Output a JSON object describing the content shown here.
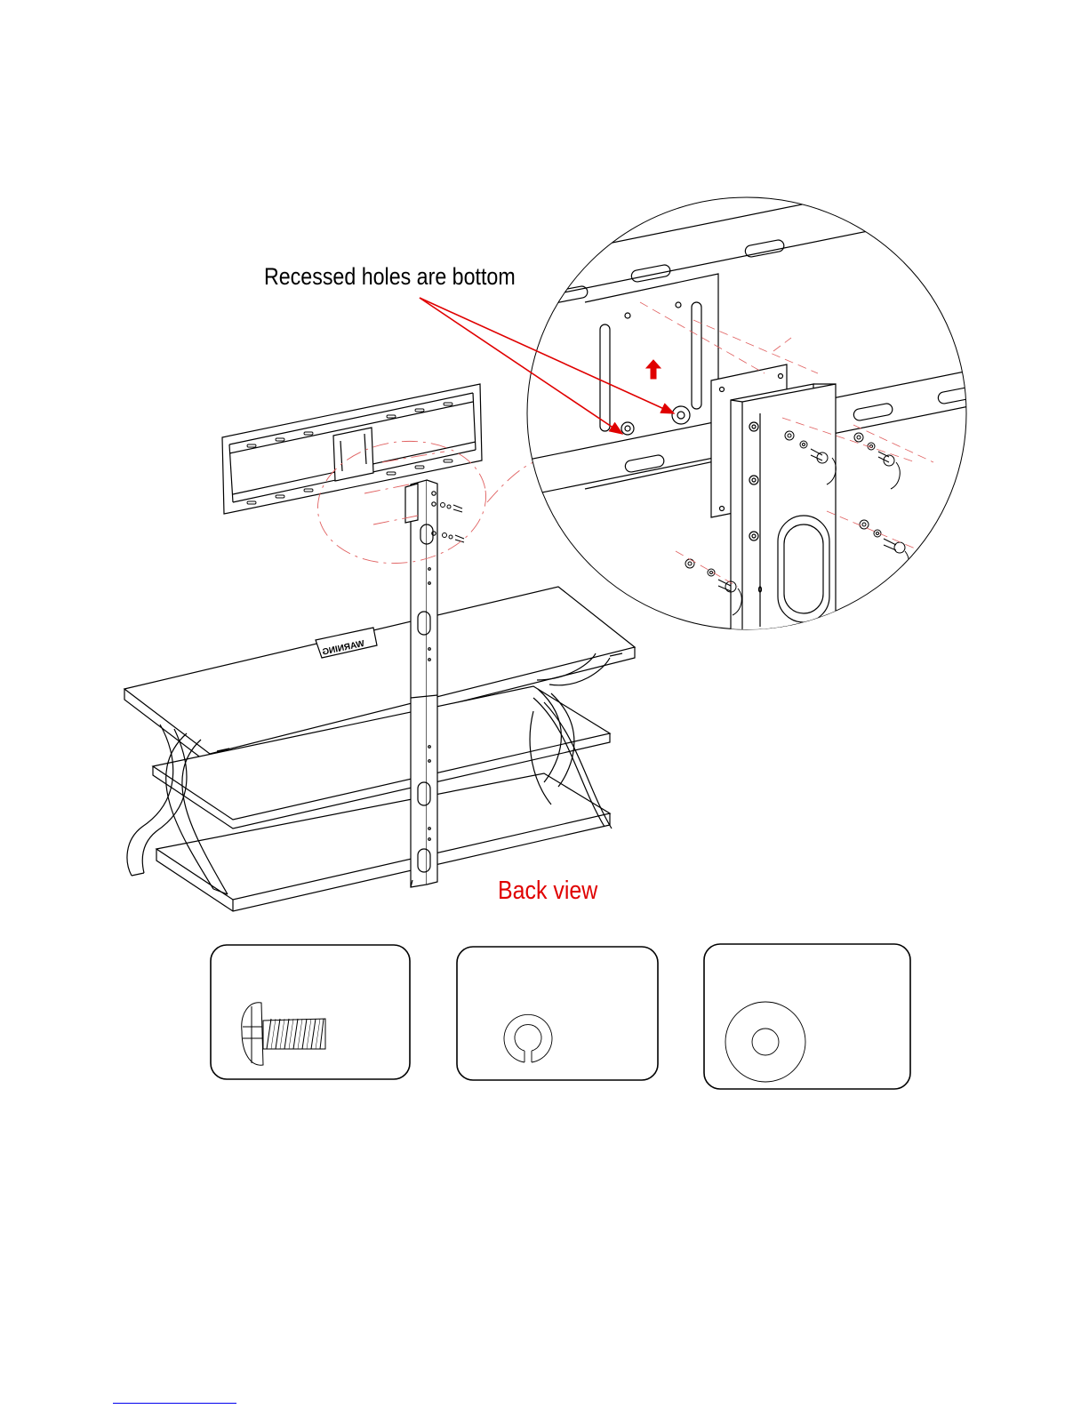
{
  "callouts": {
    "recessed_holes": "Recessed holes are bottom",
    "back_view": "Back view"
  },
  "labels": {
    "warning_sticker": "WARNING"
  },
  "colors": {
    "line": "#000000",
    "annotation": "#e00000",
    "detail_dash": "#e06060",
    "link": "#0000ee"
  },
  "icons": {
    "screw": "screw-icon",
    "lock_washer": "lock-washer-icon",
    "flat_washer": "flat-washer-icon",
    "up_arrow": "up-arrow-icon"
  }
}
